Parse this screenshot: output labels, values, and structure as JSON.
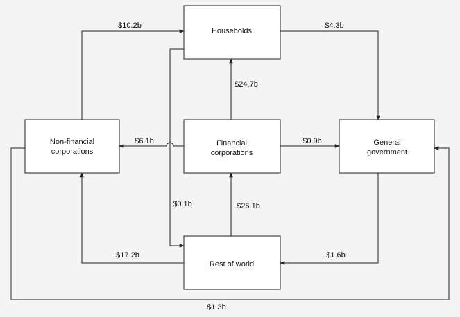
{
  "nodes": {
    "households": {
      "lines": [
        "Households"
      ]
    },
    "financial": {
      "lines": [
        "Financial",
        "corporations"
      ]
    },
    "nonfinancial": {
      "lines": [
        "Non-financial",
        "corporations"
      ]
    },
    "government": {
      "lines": [
        "General",
        "government"
      ]
    },
    "rest_of_world": {
      "lines": [
        "Rest of world"
      ]
    }
  },
  "flows": {
    "nonfinancial_to_households": {
      "from": "Non-financial corporations",
      "to": "Households",
      "label": "$10.2b"
    },
    "households_to_government": {
      "from": "Households",
      "to": "General government",
      "label": "$4.3b"
    },
    "financial_to_households": {
      "from": "Financial corporations",
      "to": "Households",
      "label": "$24.7b"
    },
    "financial_to_nonfinancial": {
      "from": "Financial corporations",
      "to": "Non-financial corporations",
      "label": "$6.1b"
    },
    "financial_to_government": {
      "from": "Financial corporations",
      "to": "General government",
      "label": "$0.9b"
    },
    "households_to_rest_of_world": {
      "from": "Households",
      "to": "Rest of world",
      "label": "$0.1b"
    },
    "rest_of_world_to_financial": {
      "from": "Rest of world",
      "to": "Financial corporations",
      "label": "$26.1b"
    },
    "rest_of_world_to_nonfinancial": {
      "from": "Rest of world",
      "to": "Non-financial corporations",
      "label": "$17.2b"
    },
    "government_to_rest_of_world": {
      "from": "General government",
      "to": "Rest of world",
      "label": "$1.6b"
    },
    "nonfinancial_to_government": {
      "from": "Non-financial corporations",
      "to": "General government",
      "label": "$1.3b"
    }
  }
}
